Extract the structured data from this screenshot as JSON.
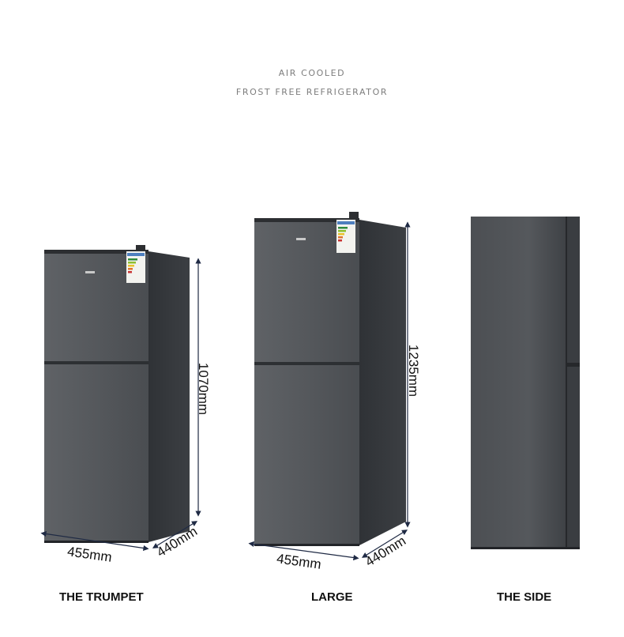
{
  "header": {
    "line1": "AIR COOLED",
    "line2": "FROST FREE REFRIGERATOR"
  },
  "products": [
    {
      "caption": "THE TRUMPET",
      "width": "455mm",
      "depth": "440mm",
      "height": "1070mm"
    },
    {
      "caption": "LARGE",
      "width": "455mm",
      "depth": "440mm",
      "height": "1235mm"
    },
    {
      "caption": "THE SIDE"
    }
  ],
  "colors": {
    "body_dark": "#3f4246",
    "body_light": "#5c5f63",
    "arrow": "#1f2a44",
    "caption": "#111111",
    "header": "#7d7d7d"
  }
}
